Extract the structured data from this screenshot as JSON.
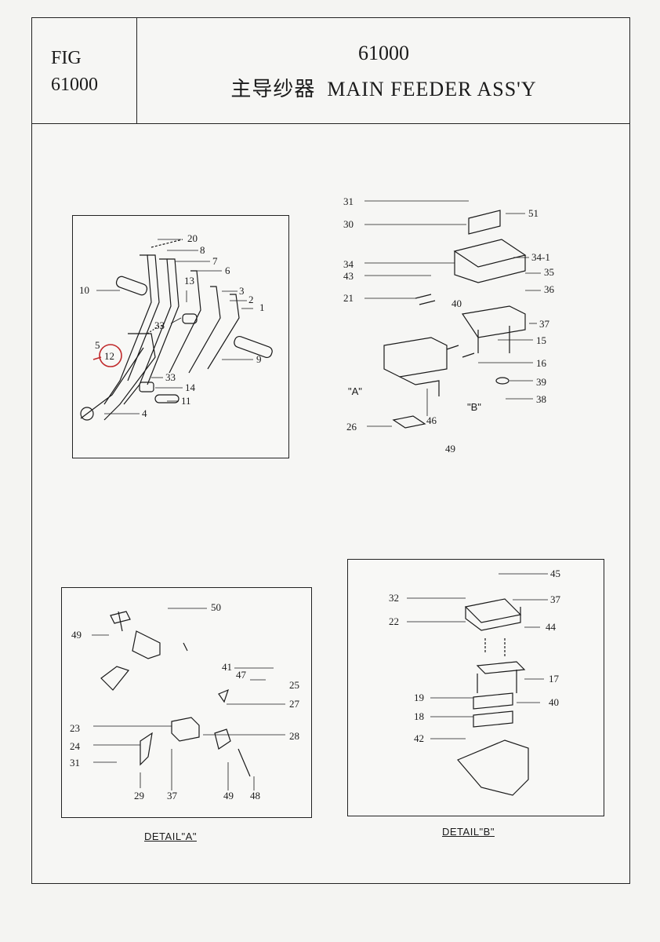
{
  "header": {
    "fig_label": "FIG",
    "fig_number": "61000",
    "title_number": "61000",
    "title_cn": "主导纱器",
    "title_en": "MAIN FEEDER ASS'Y"
  },
  "panel_left_top": {
    "callouts": [
      "20",
      "8",
      "7",
      "6",
      "10",
      "13",
      "3",
      "2",
      "1",
      "33",
      "5",
      "12",
      "9",
      "33",
      "14",
      "11",
      "4"
    ]
  },
  "panel_right_top": {
    "callouts": [
      "31",
      "51",
      "30",
      "34",
      "34-1",
      "43",
      "35",
      "21",
      "40",
      "36",
      "37",
      "15",
      "\"A\"",
      "16",
      "39",
      "\"B\"",
      "38",
      "26",
      "46",
      "49"
    ]
  },
  "detail_a": {
    "label": "DETAIL\"A\"",
    "callouts": [
      "50",
      "49",
      "41",
      "47",
      "25",
      "27",
      "23",
      "28",
      "24",
      "31",
      "29",
      "37",
      "49",
      "48"
    ]
  },
  "detail_b": {
    "label": "DETAIL\"B\"",
    "callouts": [
      "45",
      "32",
      "37",
      "22",
      "44",
      "17",
      "19",
      "40",
      "18",
      "42"
    ]
  },
  "colors": {
    "ink": "#1a1a1a",
    "highlight": "#c0282a",
    "paper": "#f6f6f4"
  }
}
